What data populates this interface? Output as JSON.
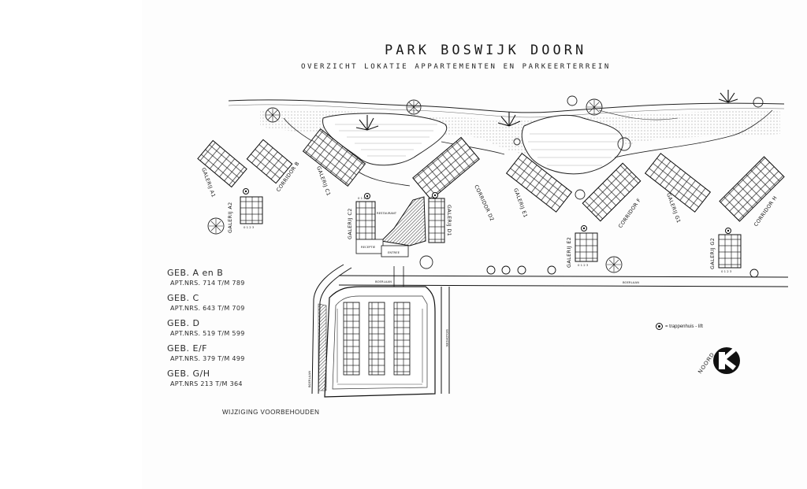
{
  "title": "PARK BOSWIJK DOORN",
  "subtitle": "OVERZICHT LOKATIE APPARTEMENTEN EN PARKEERTERREIN",
  "buildings": [
    {
      "label": "GALERIJ A1"
    },
    {
      "label": "GALERIJ A2"
    },
    {
      "label": "CORRIDOR B"
    },
    {
      "label": "GALERIJ C1"
    },
    {
      "label": "GALERIJ C2"
    },
    {
      "label": "GALERIJ D1"
    },
    {
      "label": "CORRIDOR D2"
    },
    {
      "label": "GALERIJ E1"
    },
    {
      "label": "GALERIJ E2"
    },
    {
      "label": "CORRIDOR F"
    },
    {
      "label": "GALERIJ G1"
    },
    {
      "label": "GALERIJ G2"
    },
    {
      "label": "CORRIDOR H"
    }
  ],
  "facilities": {
    "restaurant": "RESTAURANT",
    "receptie": "RECEPTIE",
    "entree": "ENTREE"
  },
  "streets": {
    "boerelaan_top": "BOERLAAN",
    "boerelaan_right": "BOERLAAN",
    "side_street": "BOERLAAN",
    "woldhoek": "WOLDHOEK"
  },
  "legend": {
    "text": "= trappenhuis - lift"
  },
  "north": "NOORD",
  "notes": [
    {
      "head": "GEB. A en B",
      "apt": "APT.NRS. 714 T/M 789"
    },
    {
      "head": "GEB. C",
      "apt": "APT.NRS. 643 T/M 709"
    },
    {
      "head": "GEB. D",
      "apt": "APT.NRS. 519 T/M 599"
    },
    {
      "head": "GEB. E/F",
      "apt": "APT.NRS. 379 T/M 499"
    },
    {
      "head": "GEB. G/H",
      "apt": "APT.NRS 213 T/M 364"
    }
  ],
  "footnote": "WIJZIGING VOORBEHOUDEN",
  "colors": {
    "ink": "#1a1a1a",
    "paper": "#fdfdfd"
  }
}
